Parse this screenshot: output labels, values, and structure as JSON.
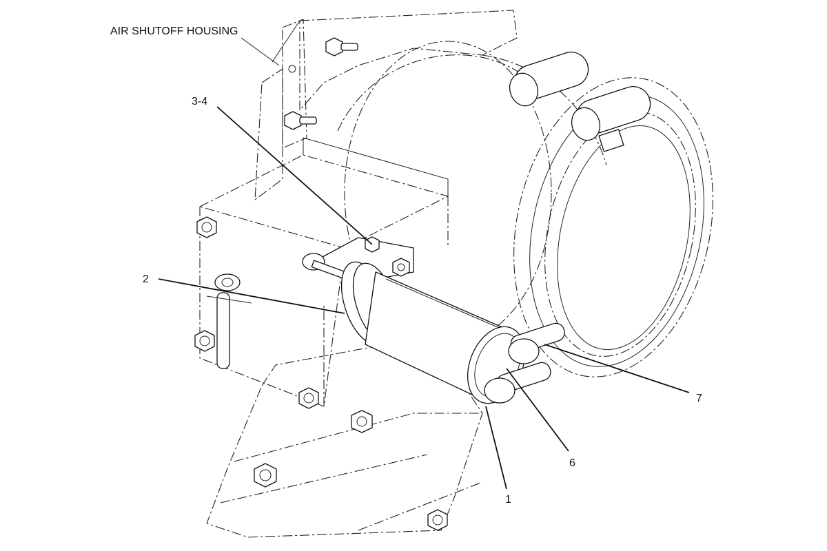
{
  "labels": {
    "air_shutoff_housing": "AIR SHUTOFF HOUSING",
    "callout_1": "1",
    "callout_2": "2",
    "callout_3_4": "3-4",
    "callout_6": "6",
    "callout_7": "7"
  }
}
